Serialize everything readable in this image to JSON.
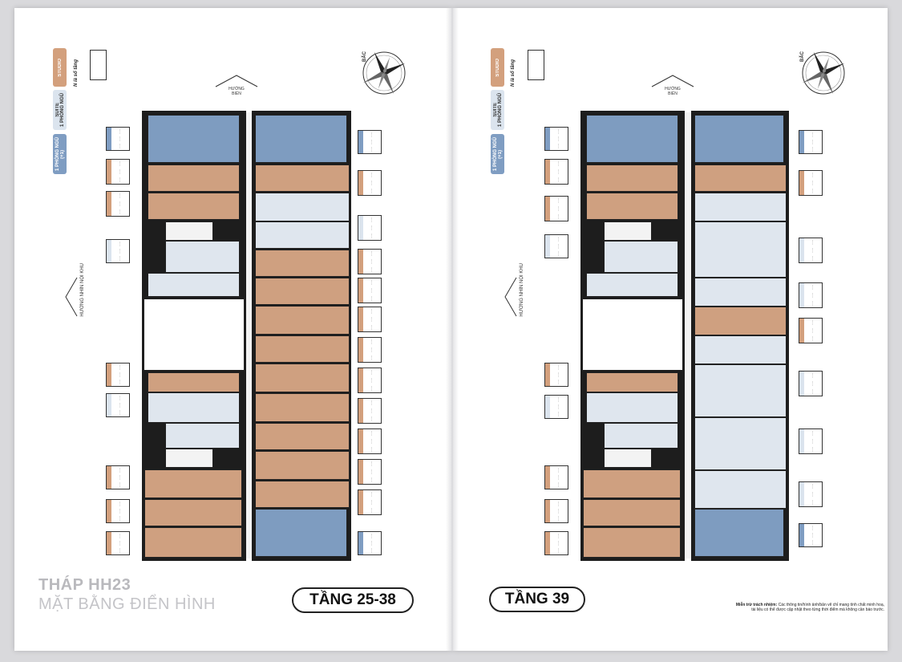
{
  "colors": {
    "studio": "#d3a07d",
    "suite": "#dbe4ee",
    "one_bedroom": "#7f9dc2",
    "blue_unit": "#7e9cc0",
    "orange_unit": "#cfa080",
    "light_unit": "#dfe6ee"
  },
  "legend": {
    "studio": "STUDIO",
    "suite_line1": "SUITE",
    "suite_line2": "1 PHÒNG NGỦ",
    "one_bedroom_line1": "1 PHÒNG NGỦ",
    "one_bedroom_line2": "(+1)",
    "note": "N là số tầng"
  },
  "compass": {
    "north": "BẮC"
  },
  "directions": {
    "sea_line1": "HƯỚNG",
    "sea_line2": "BIỂN",
    "inner": "HƯỚNG NHÌN NỘI KHU"
  },
  "left_page": {
    "title": "THÁP HH23",
    "subtitle": "MẶT BẰNG ĐIỂN HÌNH",
    "floor": "TẦNG 25-38"
  },
  "right_page": {
    "floor": "TẦNG 39",
    "disclaimer_bold": "Miễn trừ trách nhiệm:",
    "disclaimer_line1": "Các thông tin/hình ảnh/bản vẽ chỉ mang tính chất minh hoạ,",
    "disclaimer_line2": "tài liệu có thể được cập nhật theo từng thời điểm mà không cần báo trước."
  }
}
